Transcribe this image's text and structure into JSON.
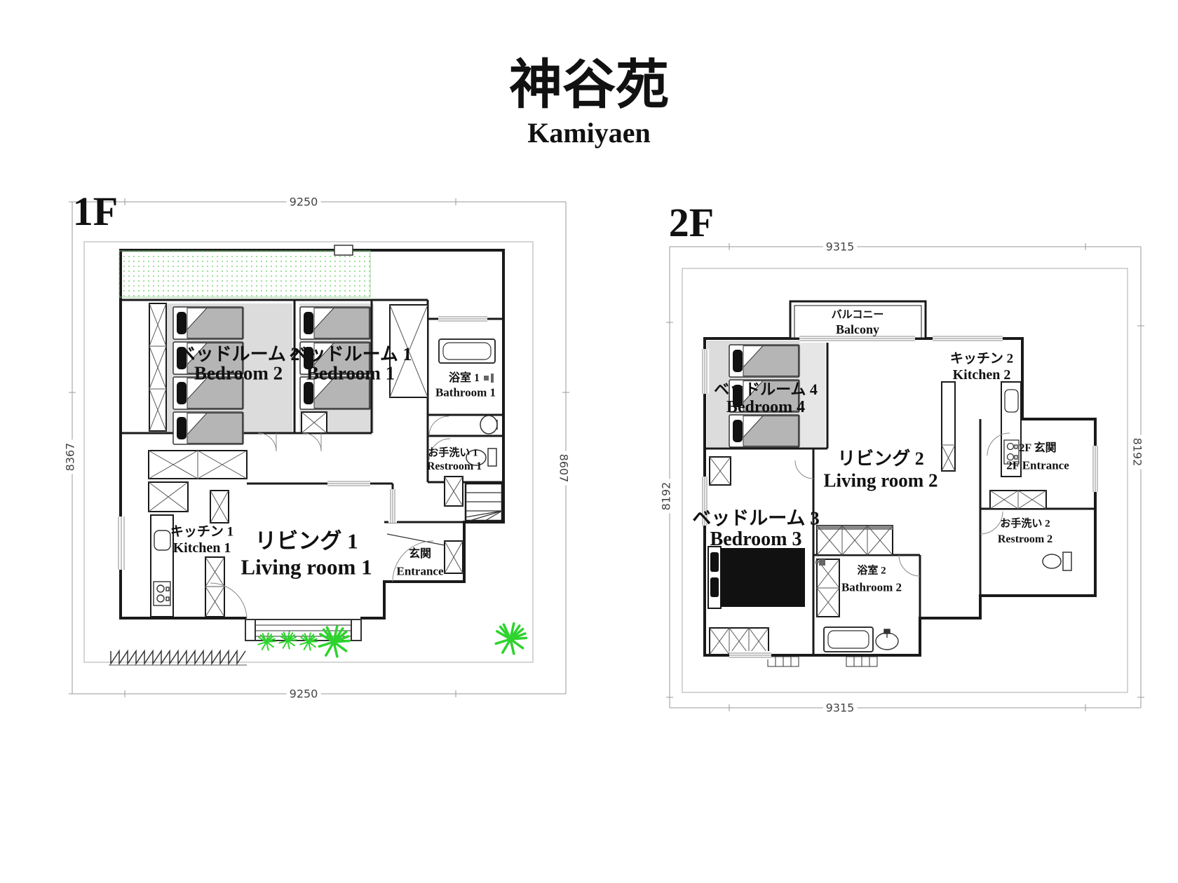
{
  "title": {
    "ja": "神谷苑",
    "en": "Kamiyaen"
  },
  "floor1": {
    "label": "1F",
    "dim_top": "9250",
    "dim_bottom": "9250",
    "dim_left": "8367",
    "dim_right": "8607",
    "rooms": {
      "bedroom2": {
        "ja": "ベッドルーム 2",
        "en": "Bedroom 2"
      },
      "bedroom1": {
        "ja": "ベッドルーム 1",
        "en": "Bedroom 1"
      },
      "bathroom1": {
        "ja": "浴室 1",
        "en": "Bathroom 1"
      },
      "restroom1": {
        "ja": "お手洗い 1",
        "en": "Restroom 1"
      },
      "kitchen1": {
        "ja": "キッチン 1",
        "en": "Kitchen 1"
      },
      "living1": {
        "ja": "リビング 1",
        "en": "Living room 1"
      },
      "entrance1": {
        "ja": "玄関",
        "en": "Entrance"
      }
    }
  },
  "floor2": {
    "label": "2F",
    "dim_top": "9315",
    "dim_bottom": "9315",
    "dim_left": "8192",
    "dim_right": "8192",
    "rooms": {
      "balcony": {
        "ja": "バルコニー",
        "en": "Balcony"
      },
      "bedroom4": {
        "ja": "ベッドルーム 4",
        "en": "Bedroom 4"
      },
      "kitchen2": {
        "ja": "キッチン 2",
        "en": "Kitchen 2"
      },
      "living2": {
        "ja": "リビング 2",
        "en": "Living room 2"
      },
      "bedroom3": {
        "ja": "ベッドルーム 3",
        "en": "Bedroom 3"
      },
      "entrance2": {
        "ja": "2F 玄関",
        "en": "2F Entrance"
      },
      "restroom2": {
        "ja": "お手洗い 2",
        "en": "Restroom 2"
      },
      "bathroom2": {
        "ja": "浴室 2",
        "en": "Bathroom 2"
      }
    }
  },
  "colors": {
    "wall": "#1a1a1a",
    "dim_line": "#9a9a9a",
    "site_line": "#b9b9b9",
    "floor_gray": "#dcdcdc",
    "blanket_gray": "#b5b5b5",
    "plant_green": "#2ed32e",
    "garden_dot_green": "#55c955"
  }
}
